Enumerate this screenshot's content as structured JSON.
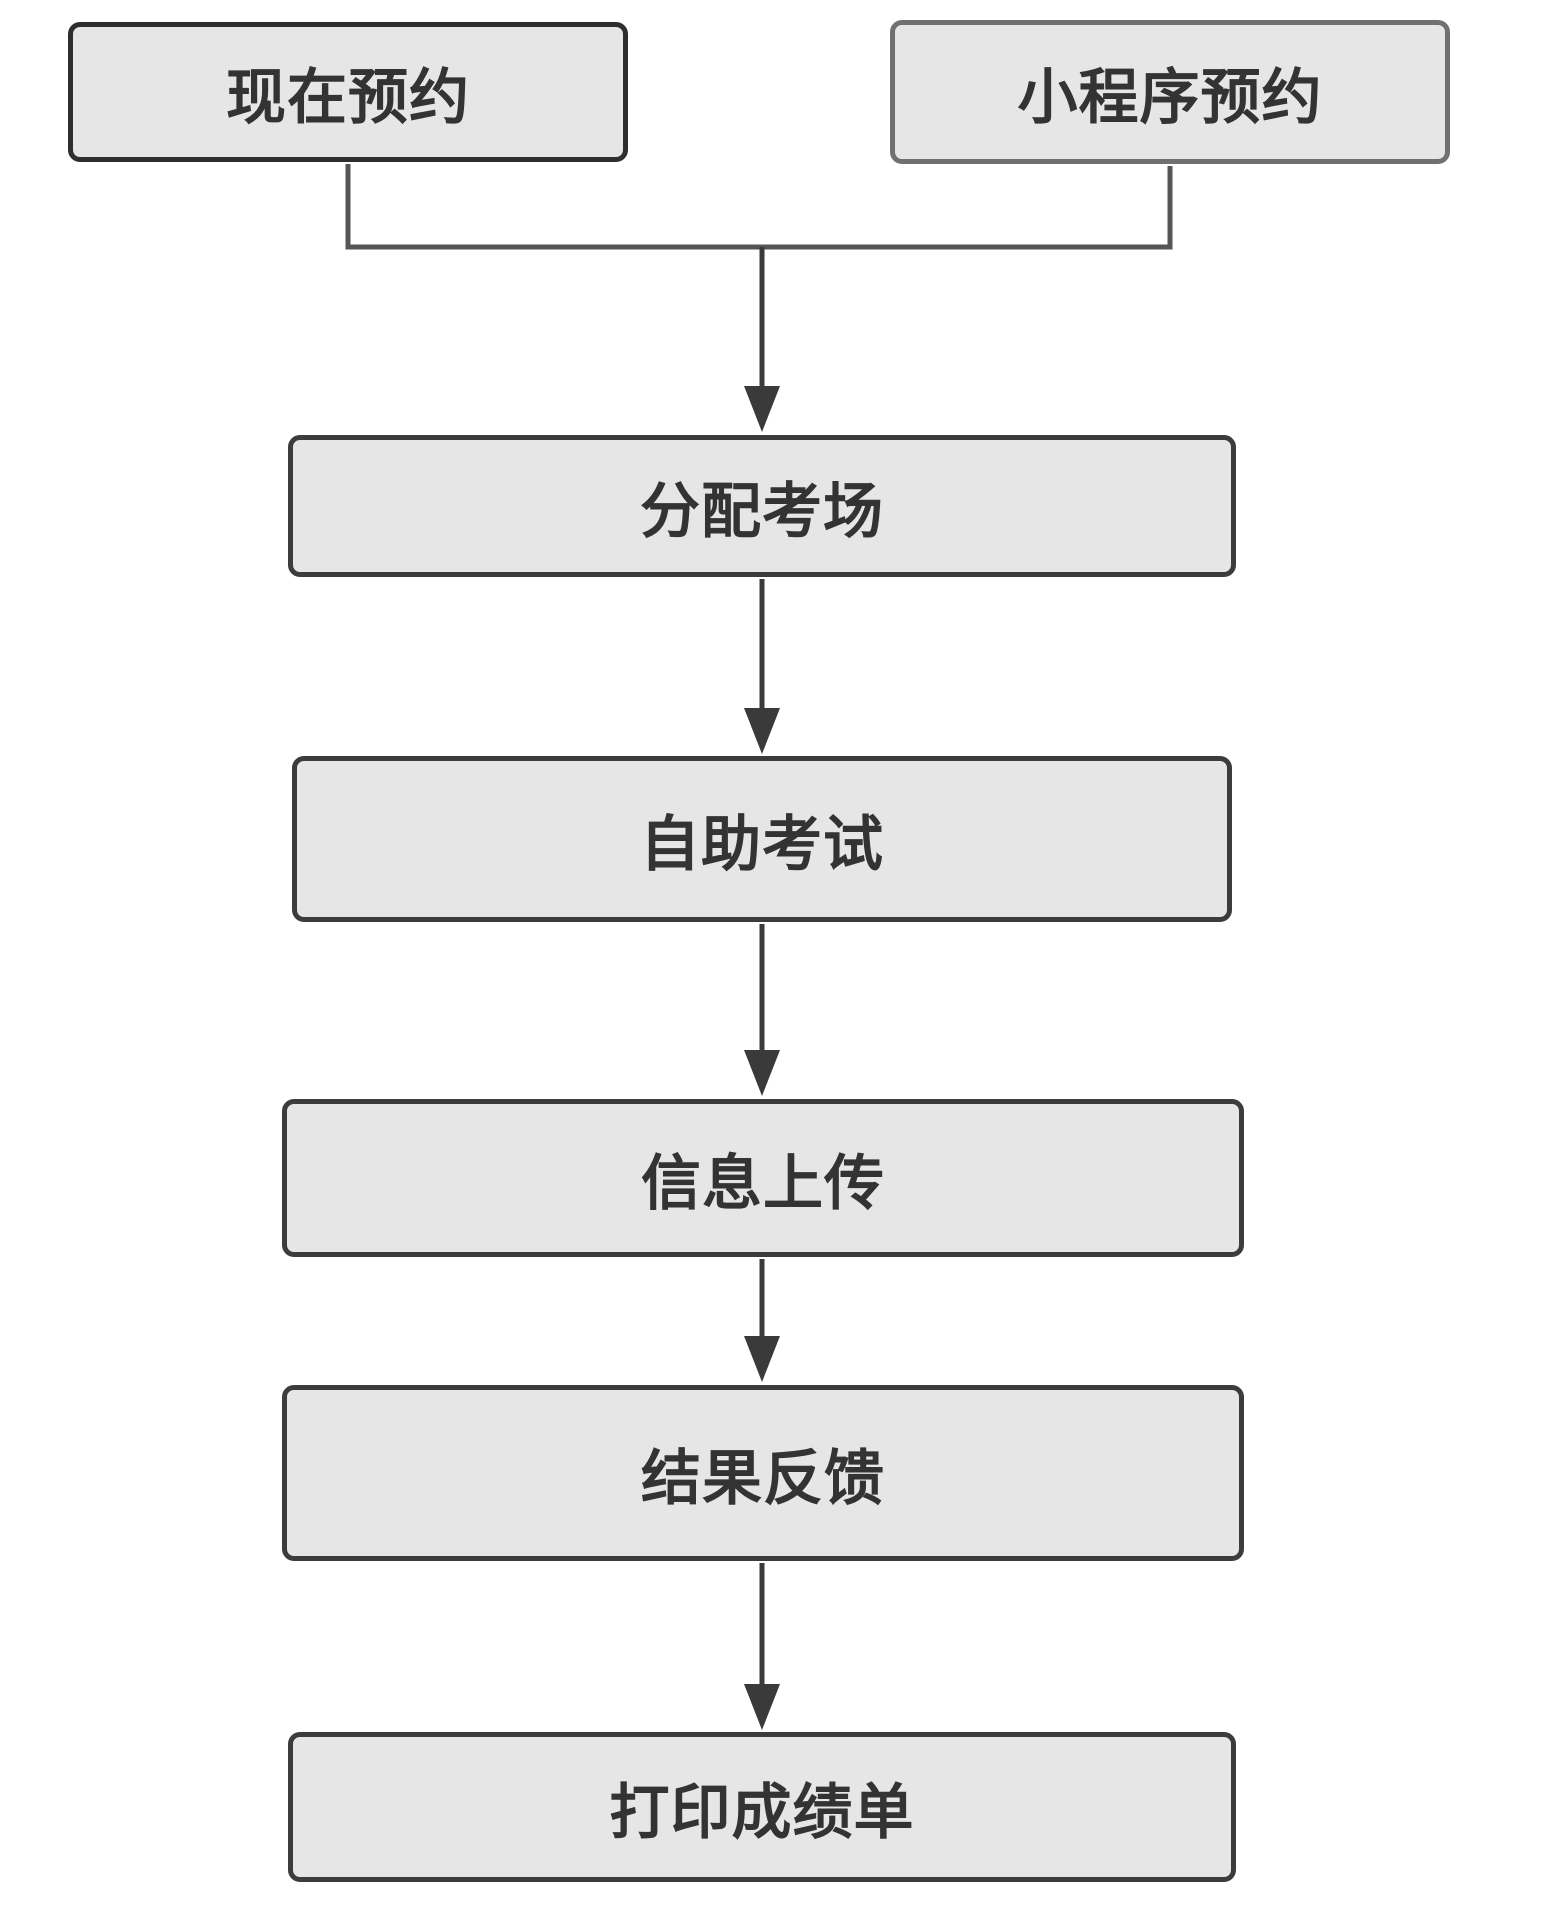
{
  "diagram": {
    "nodes": {
      "now_booking": "现在预约",
      "miniprogram_booking": "小程序预约",
      "allocate_venue": "分配考场",
      "self_exam": "自助考试",
      "info_upload": "信息上传",
      "result_feedback": "结果反馈",
      "print_report": "打印成绩单"
    },
    "edges": [
      [
        "now_booking",
        "allocate_venue"
      ],
      [
        "miniprogram_booking",
        "allocate_venue"
      ],
      [
        "allocate_venue",
        "self_exam"
      ],
      [
        "self_exam",
        "info_upload"
      ],
      [
        "info_upload",
        "result_feedback"
      ],
      [
        "result_feedback",
        "print_report"
      ]
    ]
  },
  "colors": {
    "node_fill": "#e6e6e6",
    "node_border": "#3c3c3c",
    "connector": "#3a3a3a",
    "text": "#333333"
  }
}
